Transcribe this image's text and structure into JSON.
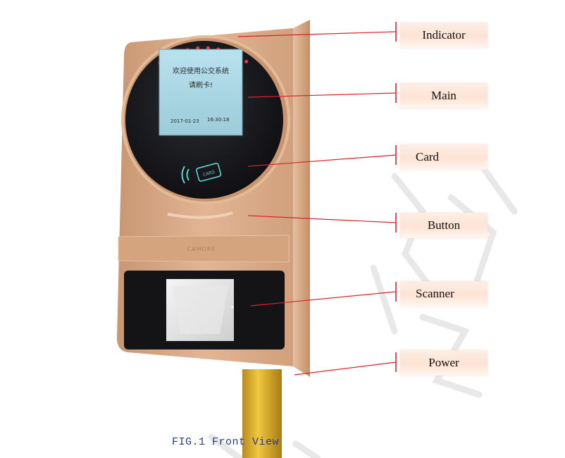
{
  "figure": {
    "caption": "FIG.1 Front View",
    "callouts": [
      {
        "id": "indicator",
        "label": "Indicator"
      },
      {
        "id": "main",
        "label": "Main"
      },
      {
        "id": "card",
        "label": "Card"
      },
      {
        "id": "button",
        "label": "Button"
      },
      {
        "id": "scanner",
        "label": "Scanner"
      },
      {
        "id": "power",
        "label": "Power"
      }
    ]
  },
  "device": {
    "screen": {
      "line1": "欢迎使用公交系统",
      "line2": "请刷卡!",
      "date": "2017-01-23",
      "time": "16:30:18"
    },
    "card_badge": "CARD",
    "brand": "CAMORE"
  },
  "colors": {
    "body": "#d9a882",
    "body_dark": "#b88760",
    "screen": "#a9d6e3",
    "glass": "#1a1b1f",
    "indicator_led": "#e8343a",
    "callout_line": "#d8232a",
    "card_glow": "#3ec7c4",
    "pole": "#e0b52c"
  }
}
